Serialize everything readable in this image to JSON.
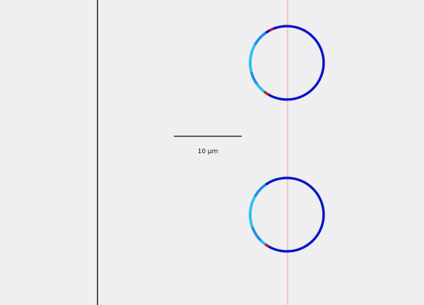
{
  "scale_bar": {
    "value": "10",
    "unit": "μm",
    "label": "10 μm"
  },
  "colors": {
    "background": "#efeef0",
    "wall_line": "#000000",
    "reference_line": "#e8a0a0",
    "ring_base": "#0a14c8",
    "ring_light": "#20c8f0",
    "ring_mid": "#1890e8",
    "hotspot_red": "#c82010",
    "hotspot_orange": "#e07010"
  },
  "colormap_note": "",
  "cells": [
    {
      "id": "top",
      "segments": [
        {
          "from": 0,
          "to": 360,
          "color": "#0a14c8"
        },
        {
          "from": 195,
          "to": 215,
          "color": "#1890e8"
        },
        {
          "from": 150,
          "to": 195,
          "color": "#20c8f0"
        },
        {
          "from": 125,
          "to": 150,
          "color": "#1890e8"
        },
        {
          "from": 215,
          "to": 232,
          "color": "#20c8f0"
        },
        {
          "from": 232,
          "to": 240,
          "color": "#c82010"
        },
        {
          "from": 112,
          "to": 118,
          "color": "#c82010"
        }
      ]
    },
    {
      "id": "bottom",
      "segments": [
        {
          "from": 0,
          "to": 360,
          "color": "#0a14c8"
        },
        {
          "from": 200,
          "to": 225,
          "color": "#1890e8"
        },
        {
          "from": 150,
          "to": 200,
          "color": "#20c8f0"
        },
        {
          "from": 125,
          "to": 150,
          "color": "#1890e8"
        },
        {
          "from": 225,
          "to": 234,
          "color": "#20c8f0"
        },
        {
          "from": 234,
          "to": 240,
          "color": "#c82010"
        }
      ]
    }
  ]
}
